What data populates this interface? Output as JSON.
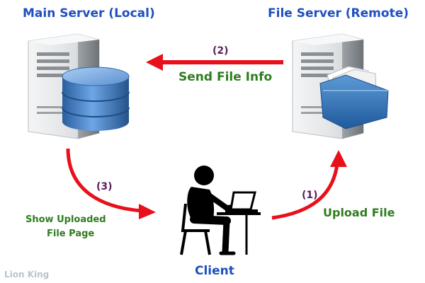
{
  "titles": {
    "main_server": "Main Server (Local)",
    "file_server": "File Server (Remote)",
    "client": "Client"
  },
  "steps": {
    "step1": {
      "number": "(1)",
      "label": "Upload File"
    },
    "step2": {
      "number": "(2)",
      "label": "Send File Info"
    },
    "step3": {
      "number": "(3)",
      "label_line1": "Show Uploaded",
      "label_line2": "File Page"
    }
  },
  "watermark": "Lion King",
  "colors": {
    "title_blue": "#1f4fbf",
    "label_green": "#2e7d1e",
    "step_purple": "#5a1f5e",
    "arrow_red": "#e8101a",
    "database_blue": "#3f7fcf",
    "folder_blue": "#2f6fb8"
  },
  "icons": {
    "main_server": "server-tower-icon",
    "database": "database-cylinder-icon",
    "file_server": "server-tower-icon",
    "folder": "folder-with-documents-icon",
    "client": "person-at-laptop-icon"
  }
}
